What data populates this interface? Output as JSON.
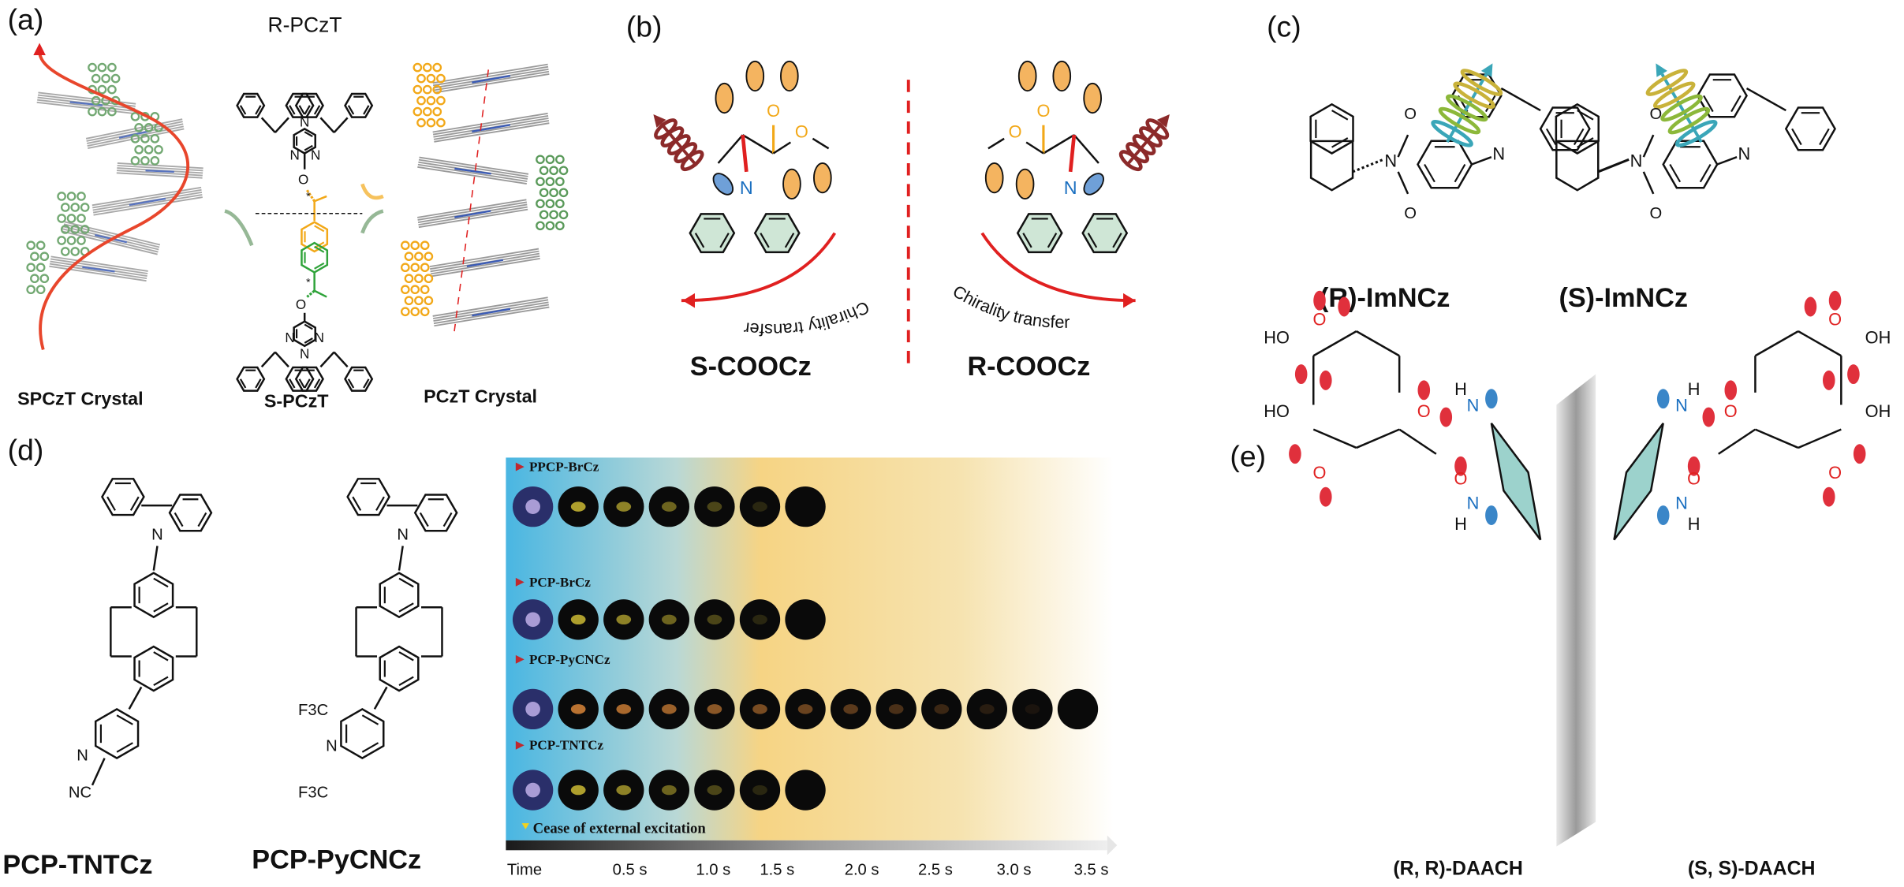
{
  "panels": {
    "a": {
      "tag": "(a)",
      "r_title": "R-PCzT",
      "s_title": "S-PCzT",
      "left_crystal": "SPCzT Crystal",
      "right_crystal": "PCzT Crystal",
      "atoms": {
        "n": "N",
        "o": "O",
        "star": "*"
      }
    },
    "b": {
      "tag": "(b)",
      "left_name": "S-COOCz",
      "right_name": "R-COOCz",
      "transfer_left": "Chirality transfer",
      "transfer_right": "Chirality transfer",
      "atoms": {
        "n": "N",
        "o": "O"
      }
    },
    "c": {
      "tag": "(c)",
      "left_name": "(R)-ImNCz",
      "right_name": "(S)-ImNCz",
      "atoms": {
        "n": "N",
        "o": "O"
      }
    },
    "d": {
      "tag": "(d)",
      "mol1_name": "PCP-TNTCz",
      "mol2_name": "PCP-PyCNCz",
      "atoms": {
        "n": "N",
        "nc": "NC",
        "cf3": "F3C"
      },
      "photo_rows": [
        {
          "label": "PPCP-BrCz",
          "frames": 7
        },
        {
          "label": "PCP-BrCz",
          "frames": 7
        },
        {
          "label": "PCP-PyCNCz",
          "frames": 13
        },
        {
          "label": "PCP-TNTCz",
          "frames": 7
        }
      ],
      "cease_label": "Cease of external excitation",
      "time_label": "Time",
      "time_ticks": [
        "0.5 s",
        "1.0 s",
        "1.5 s",
        "2.0 s",
        "2.5 s",
        "3.0 s",
        "3.5 s"
      ]
    },
    "e": {
      "tag": "(e)",
      "left_name": "(R, R)-DAACH",
      "right_name": "(S, S)-DAACH",
      "atoms": {
        "ho": "HO",
        "oh": "OH",
        "h": "H",
        "n": "N",
        "o": "O"
      }
    }
  },
  "colors": {
    "orange": "#f2a818",
    "green": "#2fa33a",
    "red": "#e02020",
    "maroon": "#8c2a2a",
    "blue": "#1a6fc0",
    "teal": "#3aa6b8"
  }
}
